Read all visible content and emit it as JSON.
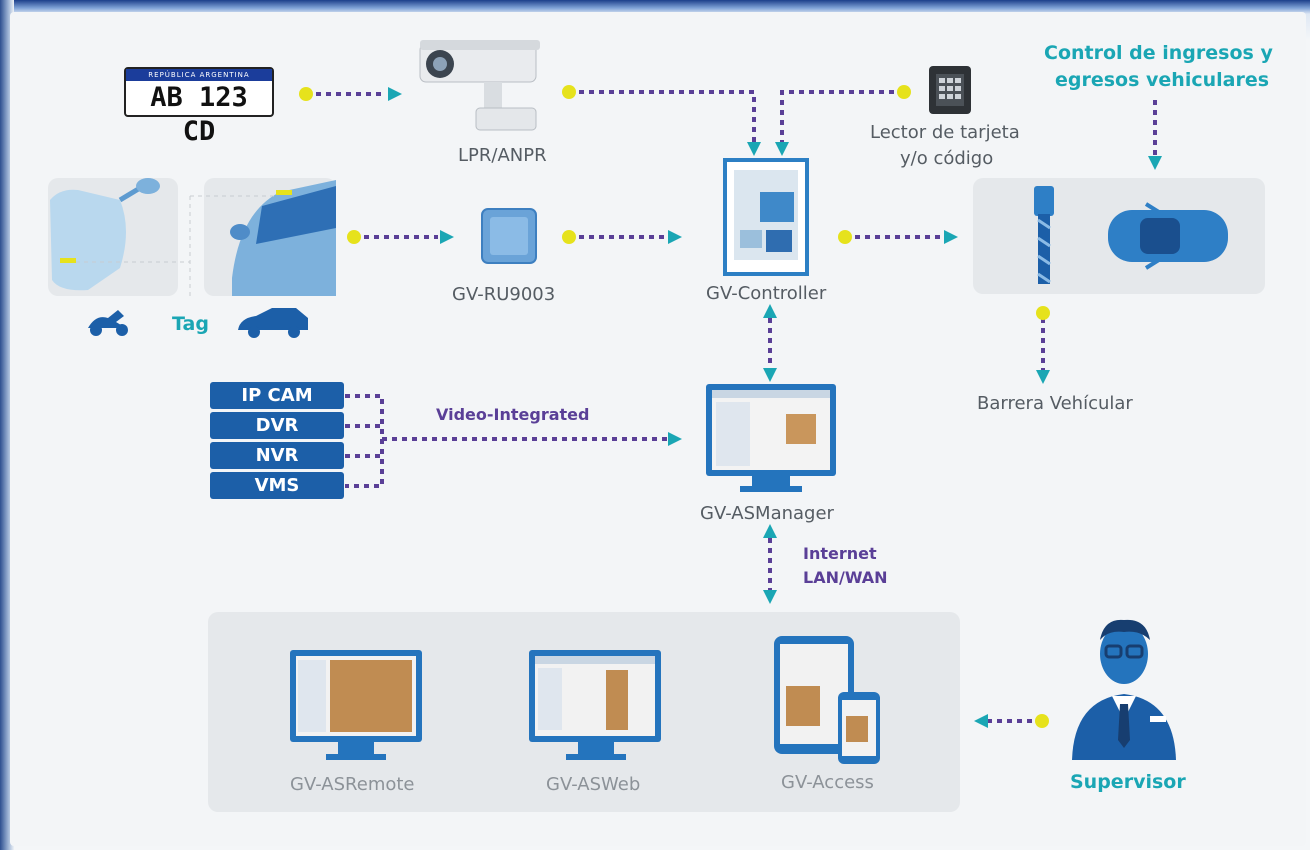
{
  "plate": {
    "country": "REPÚBLICA ARGENTINA",
    "number": "AB 123 CD"
  },
  "labels": {
    "lpr": "LPR/ANPR",
    "card_reader_1": "Lector de tarjeta",
    "card_reader_2": "y/o código",
    "control_title_1": "Control de ingresos y",
    "control_title_2": "egresos vehiculares",
    "tag": "Tag",
    "ru9003": "GV-RU9003",
    "controller": "GV-Controller",
    "barrier": "Barrera Vehícular",
    "video_integrated": "Video-Integrated",
    "asmanager": "GV-ASManager",
    "internet": "Internet",
    "lanwan": "LAN/WAN",
    "asremote": "GV-ASRemote",
    "asweb": "GV-ASWeb",
    "access": "GV-Access",
    "supervisor": "Supervisor"
  },
  "devices": [
    "IP CAM",
    "DVR",
    "NVR",
    "VMS"
  ],
  "colors": {
    "teal": "#1aa6b4",
    "purple": "#5a3f97",
    "yellow": "#e6e21c",
    "blue": "#1c5fa8"
  }
}
